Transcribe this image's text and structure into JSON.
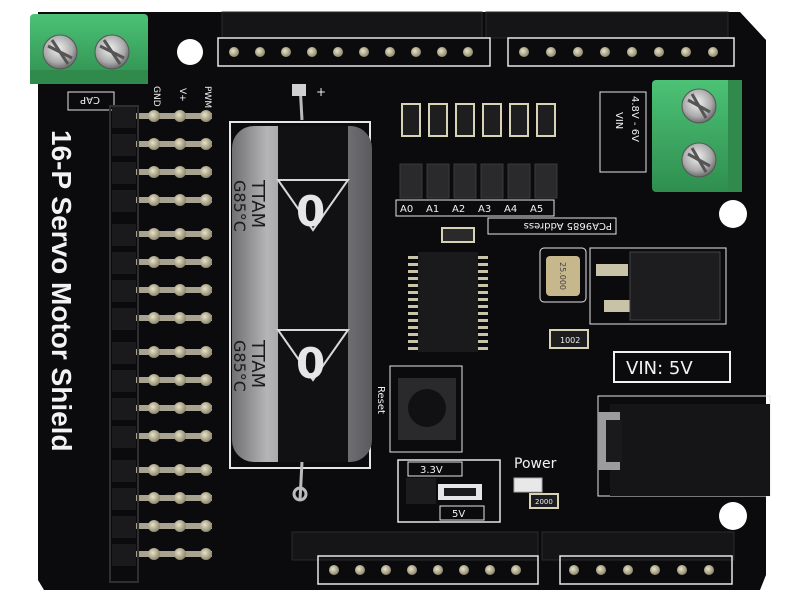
{
  "board": {
    "cap_label": "CAP",
    "gnd_label": "GND",
    "vplus_label": "V+",
    "pwm_label": "PWM",
    "plus_mark": "+",
    "vin_label": "VIN",
    "vin_range": "4.8V - 6V",
    "addr_labels": [
      "A0",
      "A1",
      "A2",
      "A3",
      "A4",
      "A5"
    ],
    "chip_address_label": "PCA9685 Address",
    "crystal_text": "25.000",
    "resistor_text": "1002",
    "led_resistor_text": "2000",
    "vin_5v_label": "VIN: 5V",
    "reset_label": "Reset",
    "power_label": "Power",
    "jumper_top_label": "3.3V",
    "jumper_bottom_label": "5V",
    "capacitor_brand": "TTAM",
    "capacitor_temp": "G85°C",
    "side_text": "16-P Servo Motor Shield",
    "colors": {
      "pcb": "#0c0c0e",
      "silkscreen": "#f2f2f2",
      "terminal": "#3aaa5f",
      "capacitor_sleeve": "#9a9a9c",
      "pad": "#b9b39a"
    }
  }
}
